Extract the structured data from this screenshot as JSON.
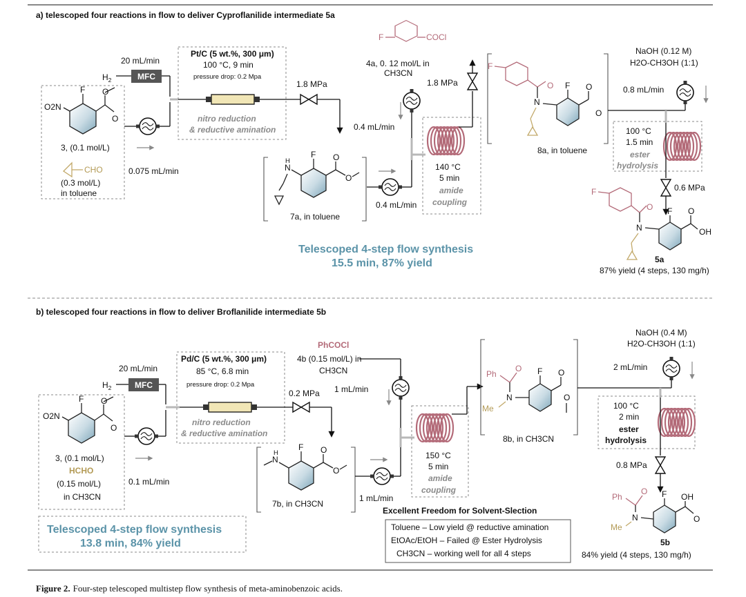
{
  "panel_a": {
    "title": "a) telescoped four reactions in flow to deliver Cyproflanilide intermediate 5a",
    "h2": "H",
    "h2_sub": "2",
    "mfc": "MFC",
    "h2_flow": "20 mL/min",
    "catalyst": "Pt/C (5 wt.%, 300 μm)",
    "conditions": "100 °C, 9 min",
    "pressure_drop": "pressure drop: 0.2 Mpa",
    "reaction_1": "nitro reduction",
    "reaction_2": "& reductive amination",
    "bpr_1": "1.8 MPa",
    "sm_label": "3, (0.1 mol/L)",
    "aldehyde": "CHO",
    "aldehyde_conc": "(0.3 mol/L)",
    "solvent": "in toluene",
    "pump_flow_1": "0.075 mL/min",
    "int_7": "7a, in toluene",
    "pump_flow_2": "0.4 mL/min",
    "reagent_4": "COCl",
    "reagent_4_label": "4a, 0. 12 mol/L in",
    "reagent_4_solvent": "CH3CN",
    "pump_flow_3": "0.4 mL/min",
    "coil_temp": "140 °C",
    "coil_time": "5 min",
    "coil_label_1": "amide",
    "coil_label_2": "coupling",
    "bpr_2": "1.8 MPa",
    "int_8": "8a, in toluene",
    "naoh": "NaOH (0.12 M)",
    "naoh_solvent": "H2O-CH3OH (1:1)",
    "pump_flow_4": "0.8 mL/min",
    "hyd_temp": "100 °C",
    "hyd_time": "1.5 min",
    "hyd_label_1": "ester",
    "hyd_label_2": "hydrolysis",
    "bpr_3": "0.6 MPa",
    "product": "5a",
    "product_yield": "87% yield (4 steps, 130 mg/h)",
    "summary_1": "Telescoped 4-step flow synthesis",
    "summary_2": "15.5 min, 87% yield"
  },
  "panel_b": {
    "title": "b) telescoped four reactions in flow to deliver Broflanilide intermediate 5b",
    "h2": "H",
    "h2_sub": "2",
    "mfc": "MFC",
    "h2_flow": "20 mL/min",
    "catalyst": "Pd/C (5 wt.%, 300 μm)",
    "conditions": "85 °C, 6.8 min",
    "pressure_drop": "pressure drop: 0.2 Mpa",
    "reaction_1": "nitro reduction",
    "reaction_2": "& reductive amination",
    "bpr_1": "0.2 MPa",
    "sm_label": "3, (0.1 mol/L)",
    "aldehyde": "HCHO",
    "aldehyde_conc": "(0.15 mol/L)",
    "solvent": "in CH3CN",
    "pump_flow_1": "0.1 mL/min",
    "int_7": "7b, in CH3CN",
    "pump_flow_2": "1 mL/min",
    "reagent_4_name": "PhCOCl",
    "reagent_4_label": "4b (0.15 mol/L) in",
    "reagent_4_solvent": "CH3CN",
    "pump_flow_3": "1 mL/min",
    "coil_temp": "150 °C",
    "coil_time": "5 min",
    "coil_label_1": "amide",
    "coil_label_2": "coupling",
    "int_8": "8b, in CH3CN",
    "naoh": "NaOH (0.4 M)",
    "naoh_solvent": "H2O-CH3OH (1:1)",
    "pump_flow_4": "2 mL/min",
    "hyd_temp": "100 °C",
    "hyd_time": "2 min",
    "hyd_label_1": "ester",
    "hyd_label_2": "hydrolysis",
    "bpr_3": "0.8 MPa",
    "product": "5b",
    "product_yield": "84% yield (4 steps, 130 mg/h)",
    "summary_1": "Telescoped 4-step flow synthesis",
    "summary_2": "13.8 min, 84% yield",
    "solvent_title": "Excellent Freedom for Solvent-Slection",
    "solvent_row_1": "Toluene – Low yield @ reductive amination",
    "solvent_row_2": "EtOAc/EtOH – Failed @ Ester Hydrolysis",
    "solvent_row_3": "CH3CN – working well for all 4 steps"
  },
  "atoms": {
    "F": "F",
    "O": "O",
    "N": "N",
    "OH": "OH",
    "H": "H",
    "no2": "O2N",
    "ph": "Ph",
    "me": "Me"
  },
  "caption": {
    "label": "Figure 2.",
    "text": "Four-step telescoped multistep flow synthesis of meta-aminobenzoic acids."
  },
  "colors": {
    "accent_blue": "#5b93a8",
    "reagent_pink": "#b36a78",
    "aldehyde_tan": "#b39a55",
    "pipe_gray": "#b8b8b8"
  }
}
